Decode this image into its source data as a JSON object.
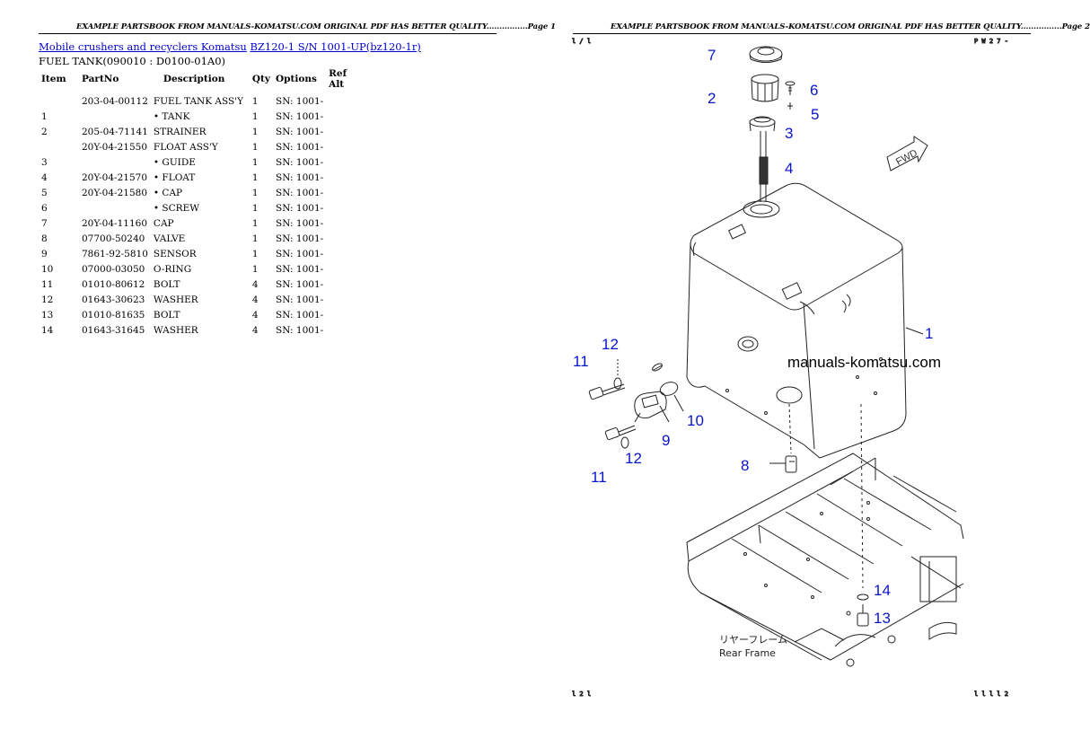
{
  "left_page": {
    "header": "EXAMPLE PARTSBOOK FROM MANUALS-KOMATSU.COM ORIGINAL PDF HAS BETTER QUALITY................Page 1",
    "breadcrumb_link_1": "Mobile crushers and recyclers Komatsu",
    "breadcrumb_link_2": "BZ120-1 S/N 1001-UP(bz120-1r)",
    "section_title": "FUEL TANK(090010 : D0100-01A0)",
    "columns": [
      "Item",
      "PartNo",
      "Description",
      "Qty",
      "Options",
      "Ref Alt"
    ],
    "rows": [
      {
        "item": "",
        "part": "203-04-00112",
        "desc": "FUEL TANK ASS'Y",
        "qty": "1",
        "opt": "SN: 1001-",
        "ref": ""
      },
      {
        "item": "1",
        "part": "",
        "desc": "• TANK",
        "qty": "1",
        "opt": "SN: 1001-",
        "ref": ""
      },
      {
        "item": "2",
        "part": "205-04-71141",
        "desc": "STRAINER",
        "qty": "1",
        "opt": "SN: 1001-",
        "ref": ""
      },
      {
        "item": "",
        "part": "20Y-04-21550",
        "desc": "FLOAT ASS'Y",
        "qty": "1",
        "opt": "SN: 1001-",
        "ref": ""
      },
      {
        "item": "3",
        "part": "",
        "desc": "• GUIDE",
        "qty": "1",
        "opt": "SN: 1001-",
        "ref": ""
      },
      {
        "item": "4",
        "part": "20Y-04-21570",
        "desc": "• FLOAT",
        "qty": "1",
        "opt": "SN: 1001-",
        "ref": ""
      },
      {
        "item": "5",
        "part": "20Y-04-21580",
        "desc": "• CAP",
        "qty": "1",
        "opt": "SN: 1001-",
        "ref": ""
      },
      {
        "item": "6",
        "part": "",
        "desc": "• SCREW",
        "qty": "1",
        "opt": "SN: 1001-",
        "ref": ""
      },
      {
        "item": "7",
        "part": "20Y-04-11160",
        "desc": "CAP",
        "qty": "1",
        "opt": "SN: 1001-",
        "ref": ""
      },
      {
        "item": "8",
        "part": "07700-50240",
        "desc": "VALVE",
        "qty": "1",
        "opt": "SN: 1001-",
        "ref": ""
      },
      {
        "item": "9",
        "part": "7861-92-5810",
        "desc": "SENSOR",
        "qty": "1",
        "opt": "SN: 1001-",
        "ref": ""
      },
      {
        "item": "10",
        "part": "07000-03050",
        "desc": "O-RING",
        "qty": "1",
        "opt": "SN: 1001-",
        "ref": ""
      },
      {
        "item": "11",
        "part": "01010-80612",
        "desc": "BOLT",
        "qty": "4",
        "opt": "SN: 1001-",
        "ref": ""
      },
      {
        "item": "12",
        "part": "01643-30623",
        "desc": "WASHER",
        "qty": "4",
        "opt": "SN: 1001-",
        "ref": ""
      },
      {
        "item": "13",
        "part": "01010-81635",
        "desc": "BOLT",
        "qty": "4",
        "opt": "SN: 1001-",
        "ref": ""
      },
      {
        "item": "14",
        "part": "01643-31645",
        "desc": "WASHER",
        "qty": "4",
        "opt": "SN: 1001-",
        "ref": ""
      }
    ]
  },
  "right_page": {
    "header": "EXAMPLE PARTSBOOK FROM MANUALS-KOMATSU.COM ORIGINAL PDF HAS BETTER QUALITY................Page 2",
    "watermark": "manuals-komatsu.com",
    "fwd_label": "FWD",
    "rear_frame_jp": "リヤーフレーム",
    "rear_frame_en": "Rear Frame",
    "callouts": [
      "1",
      "2",
      "3",
      "4",
      "5",
      "6",
      "7",
      "8",
      "9",
      "10",
      "11",
      "12",
      "11",
      "12",
      "13",
      "14"
    ],
    "callout_color": "#0a14c8"
  }
}
